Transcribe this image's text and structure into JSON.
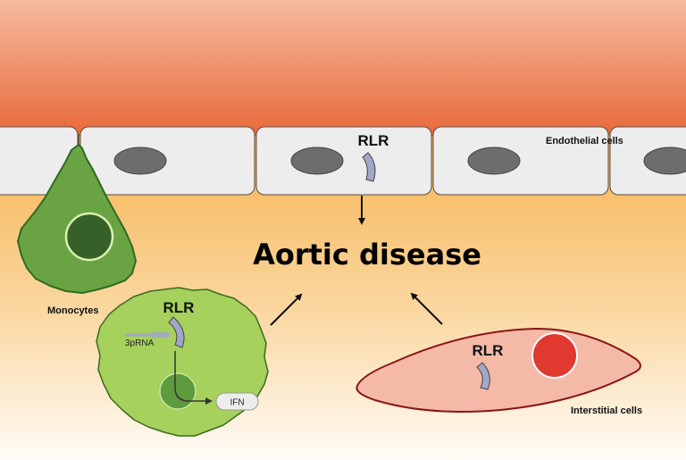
{
  "diagram": {
    "title": "Aortic disease",
    "lumen_label": "",
    "endothelium": {
      "label": "Endothelial cells",
      "receptor_label": "RLR"
    },
    "monocytes": {
      "label": "Monocytes",
      "activated_receptor_label": "RLR",
      "ligand_label": "3pRNA",
      "output_label": "IFN"
    },
    "interstitial": {
      "label": "Interstitial cells",
      "receptor_label": "RLR"
    },
    "colors": {
      "lumen_top": "#f4b79a",
      "lumen_bottom": "#e8693a",
      "tissue_top": "#f6b350",
      "tissue_bottom": "#fffaf3",
      "endothelial_cell": "#ececec",
      "nucleus_gray": "#6c6d6e",
      "receptor": "#a3a6c6",
      "monocyte_dark": "#6aa343",
      "monocyte_nucleus": "#356028",
      "monocyte_light": "#a5d15c",
      "interstitial_fill": "#f4b9a7",
      "interstitial_stroke": "#8a1515",
      "interstitial_nucleus": "#e0392f"
    }
  }
}
